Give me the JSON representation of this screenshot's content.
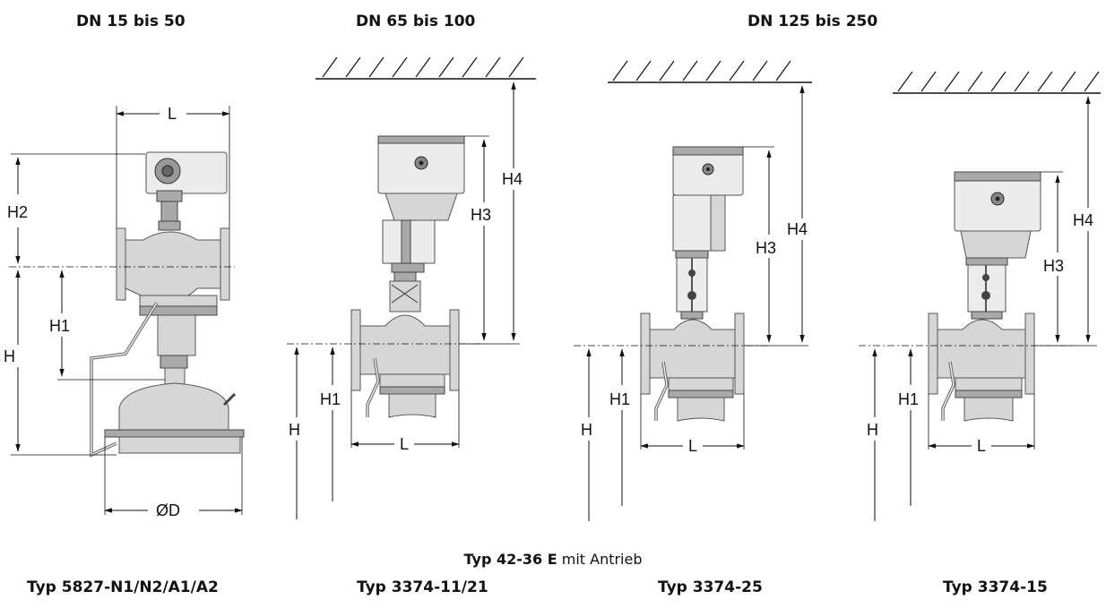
{
  "headers": {
    "dn_small": "DN 15 bis 50",
    "dn_mid": "DN 65 bis 100",
    "dn_large": "DN 125 bis 250"
  },
  "caption": {
    "type_bold": "Typ 42-36 E",
    "rest": " mit Antrieb"
  },
  "footers": {
    "a": "Typ 5827-N1/N2/A1/A2",
    "b": "Typ 3374-11/21",
    "c": "Typ 3374-25",
    "d": "Typ 3374-15"
  },
  "dims": {
    "L": "L",
    "H": "H",
    "H1": "H1",
    "H2": "H2",
    "H3": "H3",
    "H4": "H4",
    "D": "ØD"
  }
}
